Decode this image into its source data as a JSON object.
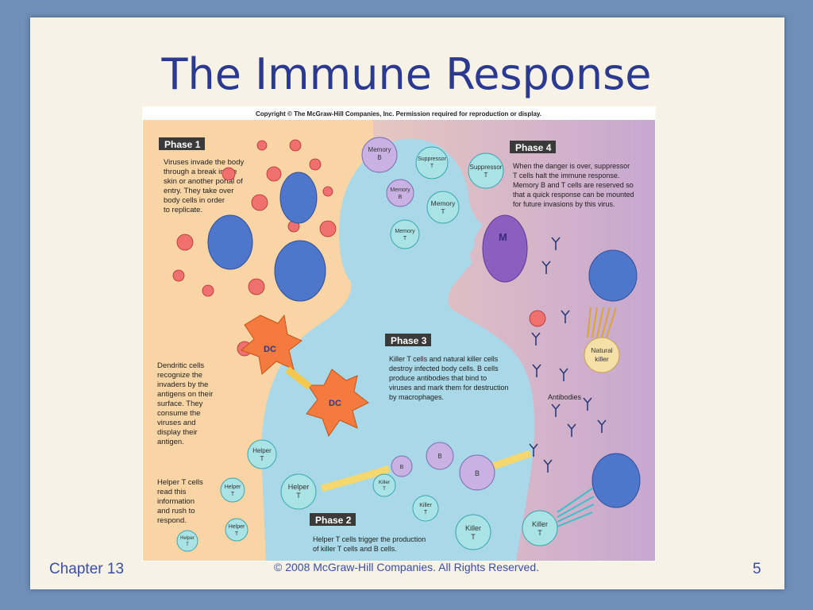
{
  "slide": {
    "title": "The Immune Response",
    "footer_left": "Chapter 13",
    "footer_center": "© 2008 McGraw-Hill Companies. All Rights Reserved.",
    "footer_right": "5"
  },
  "diagram": {
    "copyright": "Copyright © The McGraw-Hill Companies, Inc. Permission required for reproduction or display.",
    "phase1": {
      "label": "Phase 1",
      "lines": [
        "Viruses invade the body",
        "through a break in the",
        "skin or another portal of",
        "entry. They take over",
        "body cells in order",
        "to replicate."
      ]
    },
    "phase4": {
      "label": "Phase 4",
      "lines": [
        "When the danger is over, suppressor",
        "T cells halt the immune response.",
        "Memory B and T cells are reserved so",
        "that a quick response can be mounted",
        "for future invasions by this virus."
      ]
    },
    "phase3": {
      "label": "Phase 3",
      "lines": [
        "Killer T cells and natural killer cells",
        "destroy infected body cells. B cells",
        "produce antibodies that bind to",
        "viruses and mark them for destruction",
        "by macrophages."
      ]
    },
    "phase2": {
      "label": "Phase 2",
      "lines": [
        "Helper T cells trigger the production",
        "of killer T cells and B cells."
      ]
    },
    "dendritic_note": {
      "lines": [
        "Dendritic cells",
        "recognize the",
        "invaders by the",
        "antigens on their",
        "surface. They",
        "consume the",
        "viruses and",
        "display their",
        "antigen."
      ]
    },
    "helper_note": {
      "lines": [
        "Helper T cells",
        "read this",
        "information",
        "and rush to",
        "respond."
      ]
    },
    "cells": {
      "memory_b": [
        "Memory",
        "B"
      ],
      "suppressor_t_1": [
        "Suppressor",
        "T"
      ],
      "suppressor_t_2": [
        "Suppressor",
        "T"
      ],
      "memory_b_small": [
        "Memory",
        "B"
      ],
      "memory_t_1": [
        "Memory",
        "T"
      ],
      "memory_t_2": [
        "Memory",
        "T"
      ],
      "macrophage": "M",
      "dc_1": "DC",
      "dc_2": "DC",
      "natural_killer": [
        "Natural",
        "killer"
      ],
      "antibodies": "Antibodies",
      "helper_t_1": [
        "Helper",
        "T"
      ],
      "helper_t_2": [
        "Helper",
        "T"
      ],
      "helper_t_3": [
        "Helper",
        "T"
      ],
      "helper_t_4": [
        "Helper",
        "T"
      ],
      "helper_t_5": [
        "Helper",
        "T"
      ],
      "b_small": "B",
      "b_mid": "B",
      "b_large": "B",
      "killer_t_1": [
        "Killer",
        "T"
      ],
      "killer_t_2": [
        "Killer",
        "T"
      ],
      "killer_t_3": [
        "Killer",
        "T"
      ],
      "killer_t_4": [
        "Killer",
        "T"
      ]
    },
    "colors": {
      "skin_outside": "#f9cfa0",
      "body": "#a7d6e6",
      "purple_bg": "#c9a9cf",
      "teal_cell": "#a9e3e6",
      "lavender_cell": "#c9b2e3",
      "blue_cell": "#4a73c9",
      "dc_orange": "#f47b3d",
      "virus_pink": "#f06a6a",
      "macrophage_purple": "#8a5fc0"
    }
  }
}
